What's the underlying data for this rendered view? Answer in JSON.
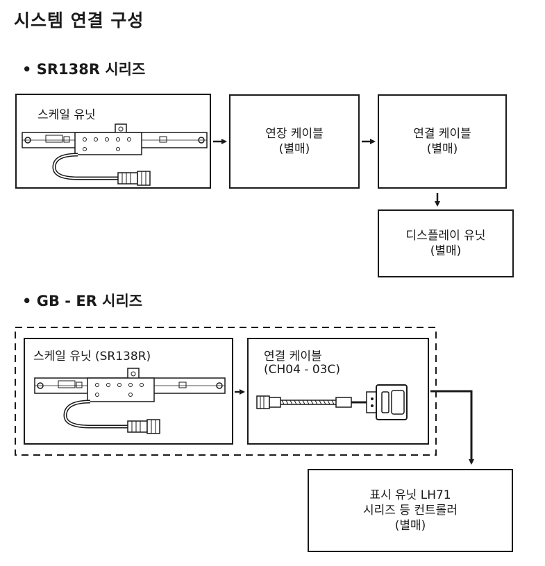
{
  "title": "시스템 연결 구성",
  "sections": [
    {
      "heading": "• SR138R 시리즈",
      "scale_unit": "스케일 유닛",
      "ext_cable": [
        "연장 케이블",
        "(별매)"
      ],
      "conn_cable": [
        "연결 케이블",
        "(별매)"
      ],
      "display_unit": [
        "디스플레이 유닛",
        "(별매)"
      ]
    },
    {
      "heading": "• GB - ER 시리즈",
      "scale_unit": "스케일 유닛 (SR138R)",
      "conn_cable": [
        "연결 케이블",
        "(CH04 - 03C)"
      ],
      "controller": [
        "표시 유닛 LH71",
        "시리즈 등 컨트롤러",
        "(별매)"
      ]
    }
  ],
  "icons": {
    "scale_device": "linear-scale-unit-icon",
    "cable_device": "connection-cable-icon",
    "arrow": "arrow-icon"
  }
}
